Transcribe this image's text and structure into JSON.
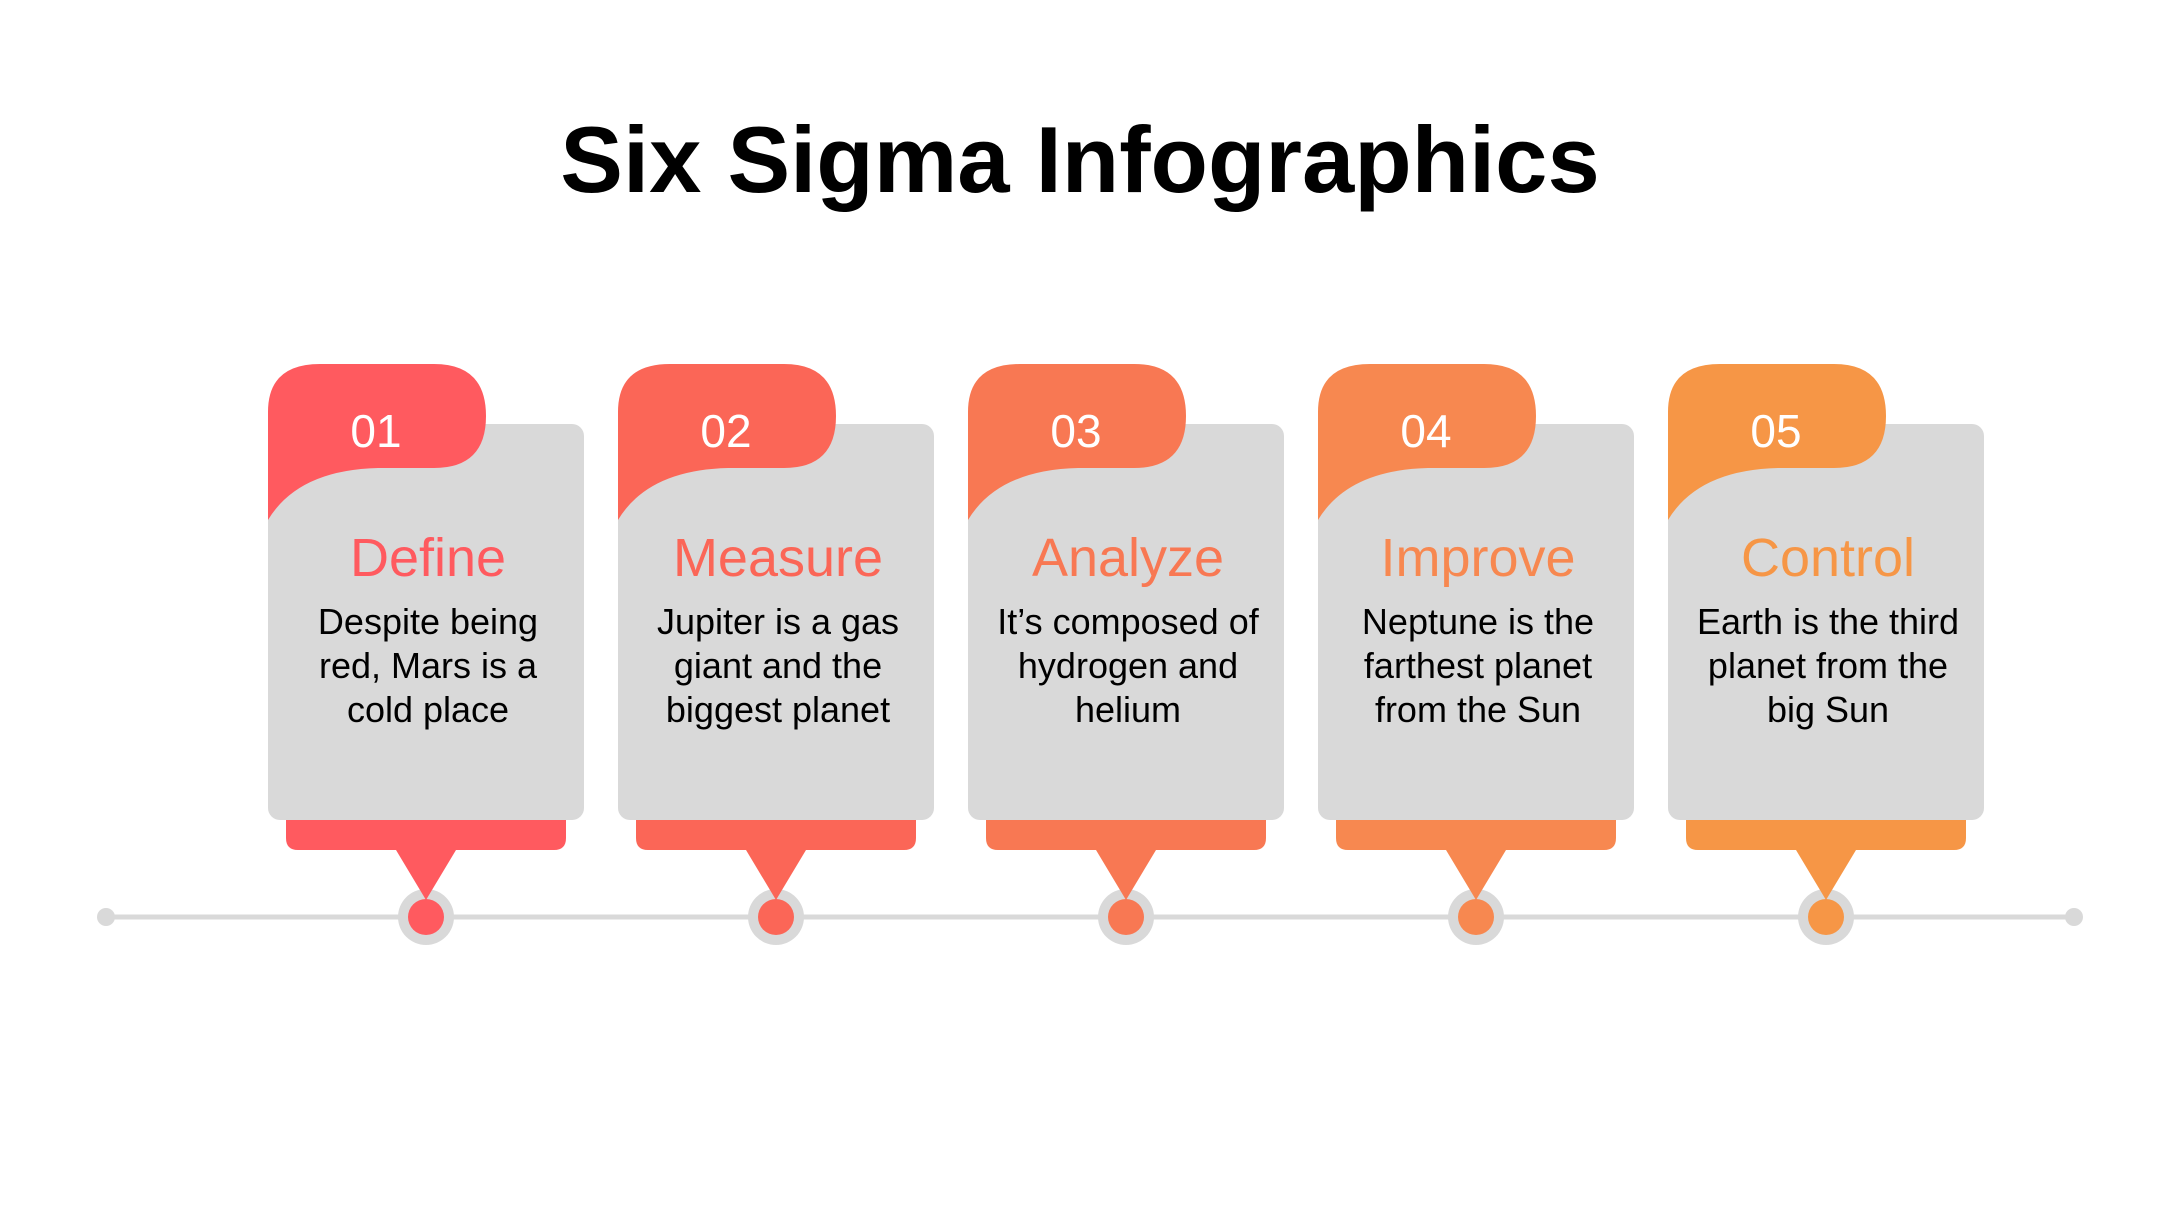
{
  "title": "Six Sigma Infographics",
  "colors": {
    "card_bg": "#d9d9d9",
    "card_shadow": "#bfbfbf",
    "line": "#d9d9d9",
    "text": "#000000"
  },
  "steps": [
    {
      "number": "01",
      "heading": "Define",
      "description": "Despite being red, Mars is a cold place",
      "color": "#ff5a5f"
    },
    {
      "number": "02",
      "heading": "Measure",
      "description": "Jupiter is a gas giant and the biggest planet",
      "color": "#fb6657"
    },
    {
      "number": "03",
      "heading": "Analyze",
      "description": "It’s composed of hydrogen and helium",
      "color": "#f87853"
    },
    {
      "number": "04",
      "heading": "Improve",
      "description": "Neptune is the farthest planet from the Sun",
      "color": "#f78850"
    },
    {
      "number": "05",
      "heading": "Control",
      "description": "Earth is the third planet from the big Sun",
      "color": "#f69646"
    }
  ]
}
